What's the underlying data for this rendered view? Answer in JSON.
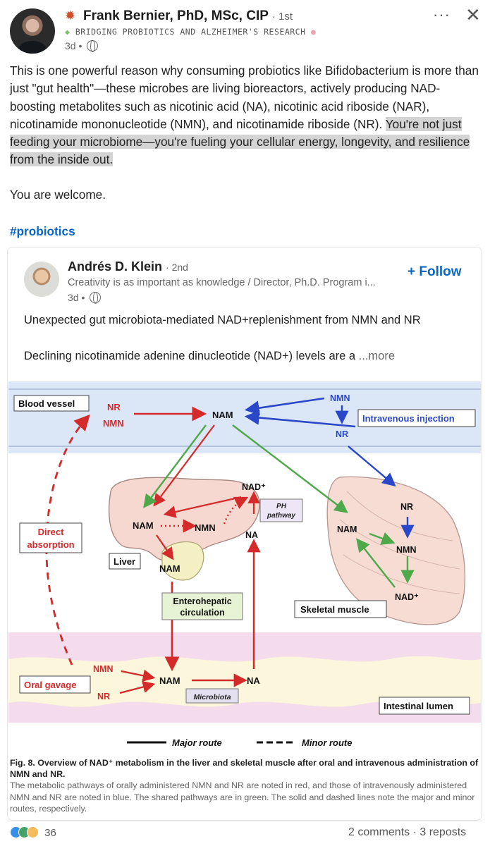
{
  "post": {
    "author": "Frank Bernier, PhD, MSc, CIP",
    "degree": "· 1st",
    "headline": "BRIDGING PROBIOTICS AND ALZHEIMER'S RESEARCH",
    "time": "3d •",
    "text_plain": "This is one powerful reason why consuming probiotics like Bifidobacterium is more than just \"gut health\"—these microbes are living bioreactors, actively producing NAD-boosting metabolites such as nicotinic acid (NA), nicotinic acid riboside (NAR), nicotinamide mononucleotide (NMN), and nicotinamide riboside (NR). ",
    "text_highlight": "You're not just feeding your microbiome—you're fueling your cellular energy, longevity, and resilience from the inside out.",
    "welcome": "You are welcome.",
    "hashtag": "#probiotics"
  },
  "reshare": {
    "author": "Andrés D. Klein",
    "degree": "· 2nd",
    "headline": "Creativity is as important as knowledge / Director, Ph.D. Program i...",
    "time": "3d •",
    "follow_label": "+ Follow",
    "line1": "Unexpected gut microbiota-mediated NAD+replenishment from NMN and NR",
    "line2": "Declining nicotinamide adenine dinucleotide (NAD+) levels are a",
    "more": "...more"
  },
  "figure": {
    "labels": {
      "blood_vessel": "Blood vessel",
      "nr_top": "NR",
      "nmn_top": "NMN",
      "nam_top": "NAM",
      "nmn_iv": "NMN",
      "nr_iv": "NR",
      "intravenous": "Intravenous injection",
      "nad_liver": "NAD⁺",
      "ph_pathway": "PH pathway",
      "nam_liver": "NAM",
      "nmn_liver": "NMN",
      "na_liver": "NA",
      "direct_absorption": "Direct absorption",
      "liver": "Liver",
      "nam_gall": "NAM",
      "enterohepatic": "Enterohepatic circulation",
      "nr_muscle": "NR",
      "nam_muscle": "NAM",
      "nmn_muscle": "NMN",
      "nad_muscle": "NAD⁺",
      "skeletal_muscle": "Skeletal muscle",
      "nmn_oral": "NMN",
      "oral_gavage": "Oral gavage",
      "nr_oral": "NR",
      "nam_gut": "NAM",
      "na_gut": "NA",
      "microbiota": "Microbiota",
      "intestinal_lumen": "Intestinal lumen",
      "major_route": "Major route",
      "minor_route": "Minor route"
    },
    "caption_title": "Fig. 8. Overview of NAD⁺ metabolism in the liver and skeletal muscle after oral and intravenous administration of NMN and NR.",
    "caption_body": "The metabolic pathways of orally administered NMN and NR are noted in red, and those of intravenously administered NMN and NR are noted in blue. The shared pathways are in green. The solid and dashed lines note the major and minor routes, respectively."
  },
  "footer": {
    "reaction_count": "36",
    "stats": "2 comments · 3 reposts"
  },
  "colors": {
    "link": "#0a66c2",
    "red_route": "#d42a2a",
    "blue_route": "#2b47c9",
    "green_route": "#4fa84a"
  }
}
